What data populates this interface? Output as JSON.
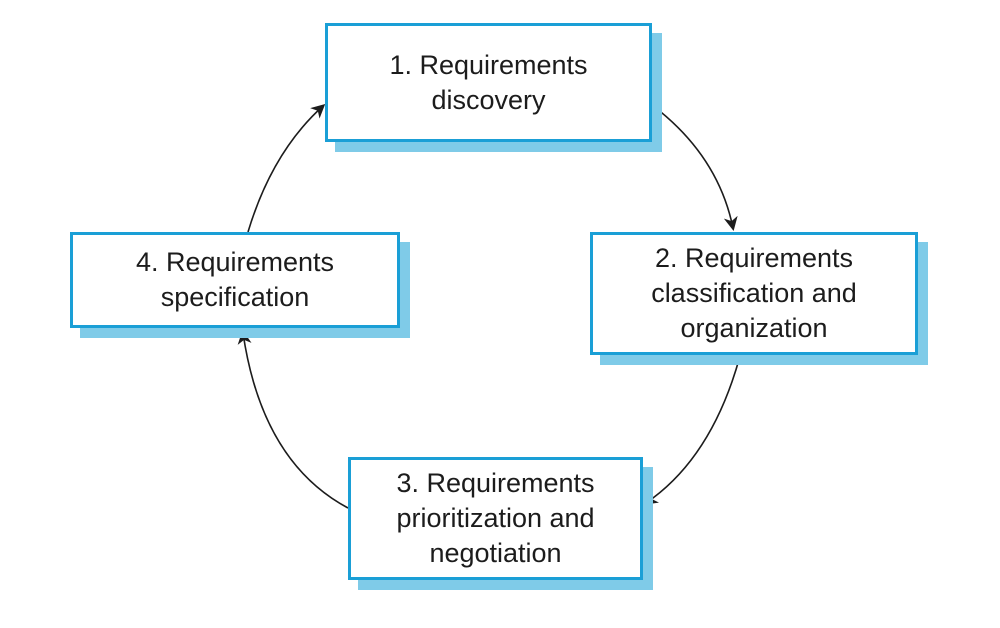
{
  "diagram": {
    "stages": [
      {
        "label": "1. Requirements\ndiscovery"
      },
      {
        "label": "2. Requirements\nclassification and\norganization"
      },
      {
        "label": "3. Requirements\nprioritization and\nnegotiation"
      },
      {
        "label": "4. Requirements\nspecification"
      }
    ],
    "cycle_order": [
      "1",
      "2",
      "3",
      "4",
      "1"
    ],
    "colors": {
      "box_border": "#1a9fd6",
      "box_shadow": "#7fcbe8",
      "arrow": "#1c1c1c",
      "text": "#1c1c1c"
    }
  }
}
